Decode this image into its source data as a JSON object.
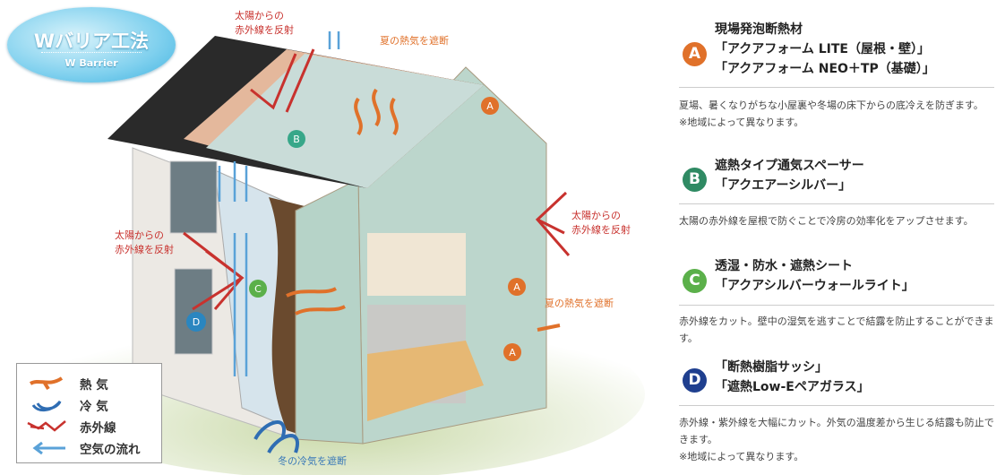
{
  "logo": {
    "title": "Wバリア工法",
    "subtitle": "W Barrier"
  },
  "diagram": {
    "labels": {
      "roof_reflect": [
        "太陽からの",
        "赤外線を反射"
      ],
      "summer_heat_top": "夏の熱気を遮断",
      "right_reflect": [
        "太陽からの",
        "赤外線を反射"
      ],
      "left_reflect": [
        "太陽からの",
        "赤外線を反射"
      ],
      "summer_heat_right": "夏の熱気を遮断",
      "winter_cold": "冬の冷気を遮断"
    },
    "markers": [
      "A",
      "B",
      "C",
      "D"
    ]
  },
  "legend": [
    {
      "label": "熱 気",
      "icon": "heat-wave-icon",
      "color": "#e0712a"
    },
    {
      "label": "冷 気",
      "icon": "cold-wave-icon",
      "color": "#2f6db3"
    },
    {
      "label": "赤外線",
      "icon": "infrared-icon",
      "color": "#c8322e"
    },
    {
      "label": "空気の流れ",
      "icon": "airflow-arrow-icon",
      "color": "#5aa2d8"
    }
  ],
  "items": [
    {
      "letter": "A",
      "color": "#e0712a",
      "lines": [
        "現場発泡断熱材",
        "「アクアフォーム LITE（屋根・壁）」",
        "「アクアフォーム NEO＋TP（基礎）」"
      ],
      "desc": [
        "夏場、暑くなりがちな小屋裏や冬場の床下からの底冷えを防ぎます。",
        "※地域によって異なります。"
      ]
    },
    {
      "letter": "B",
      "color": "#2f8a63",
      "lines": [
        "遮熱タイプ通気スペーサー",
        "「アクエアーシルバー」"
      ],
      "desc": [
        "太陽の赤外線を屋根で防ぐことで冷房の効率化をアップさせます。"
      ]
    },
    {
      "letter": "C",
      "color": "#5bb04a",
      "lines": [
        "透湿・防水・遮熱シート",
        "「アクアシルバーウォールライト」"
      ],
      "desc": [
        "赤外線をカット。壁中の湿気を逃すことで結露を防止することができます。"
      ]
    },
    {
      "letter": "D",
      "color": "#1f3f8f",
      "lines": [
        "「断熱樹脂サッシ」",
        "「遮熱Low-Eペアガラス」"
      ],
      "desc": [
        "赤外線・紫外線を大幅にカット。外気の温度差から生じる結露も防止できます。",
        "※地域によって異なります。"
      ]
    }
  ]
}
